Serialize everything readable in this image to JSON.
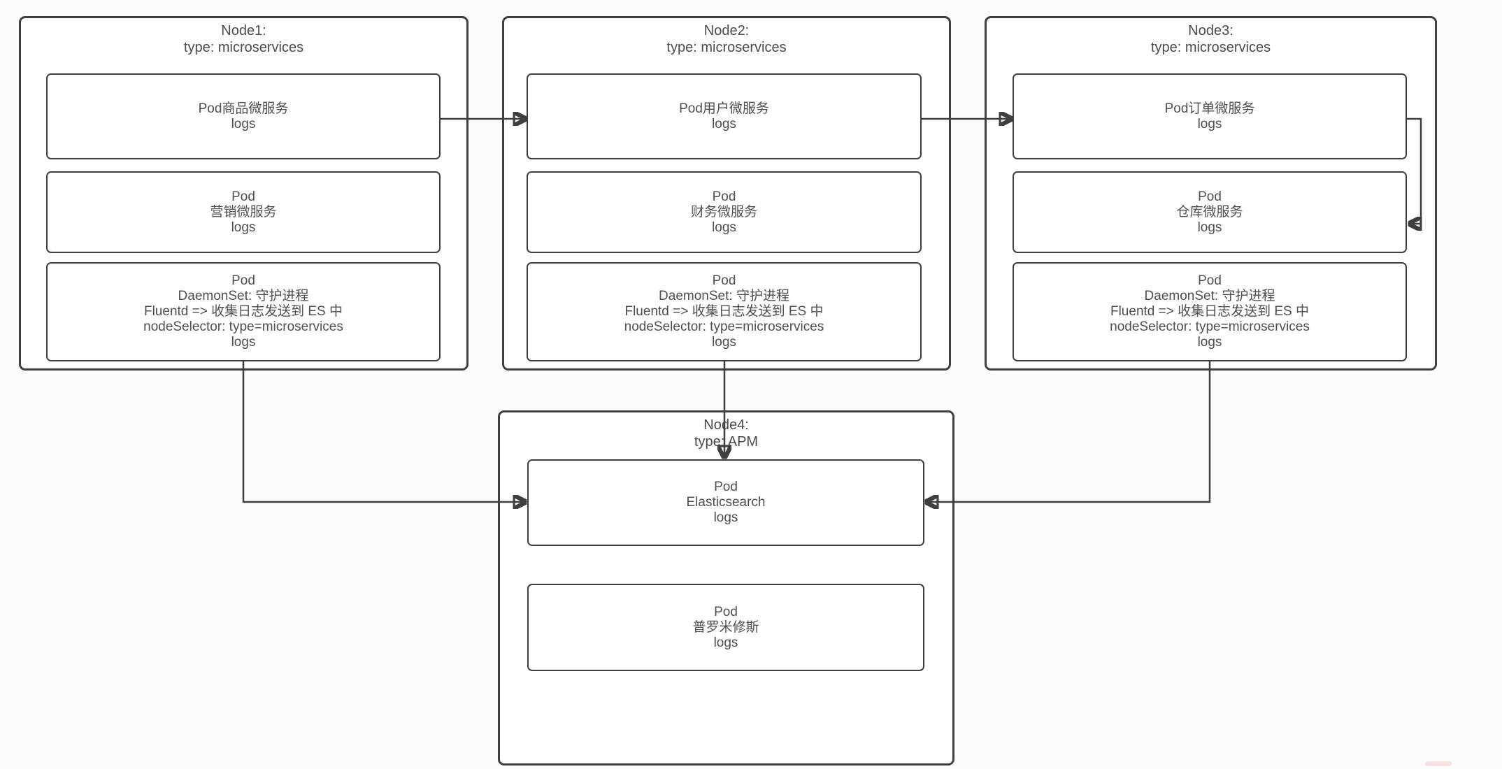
{
  "colors": {
    "background": "#fcfcfc",
    "box_fill": "#ffffff",
    "line_and_border": "#3f3f3f",
    "text": "#4f4f4f"
  },
  "nodes": [
    {
      "id": "node1",
      "title": "Node1:\ntype: microservices",
      "pods": [
        {
          "id": "pod-product-service",
          "text": "Pod商品微服务\nlogs"
        },
        {
          "id": "pod-marketing-service",
          "text": "Pod\n营销微服务\nlogs"
        },
        {
          "id": "pod-daemonset-fluentd",
          "text": "Pod\nDaemonSet: 守护进程\nFluentd => 收集日志发送到 ES 中\nnodeSelector: type=microservices\nlogs"
        }
      ]
    },
    {
      "id": "node2",
      "title": "Node2:\ntype: microservices",
      "pods": [
        {
          "id": "pod-user-service",
          "text": "Pod用户微服务\nlogs"
        },
        {
          "id": "pod-finance-service",
          "text": "Pod\n财务微服务\nlogs"
        },
        {
          "id": "pod-daemonset-fluentd",
          "text": "Pod\nDaemonSet: 守护进程\nFluentd => 收集日志发送到 ES 中\nnodeSelector: type=microservices\nlogs"
        }
      ]
    },
    {
      "id": "node3",
      "title": "Node3:\ntype: microservices",
      "pods": [
        {
          "id": "pod-order-service",
          "text": "Pod订单微服务\nlogs"
        },
        {
          "id": "pod-warehouse-service",
          "text": "Pod\n仓库微服务\nlogs"
        },
        {
          "id": "pod-daemonset-fluentd",
          "text": "Pod\nDaemonSet: 守护进程\nFluentd => 收集日志发送到 ES 中\nnodeSelector: type=microservices\nlogs"
        }
      ]
    },
    {
      "id": "node4",
      "title": "Node4:\ntype: APM",
      "pods": [
        {
          "id": "pod-elasticsearch",
          "text": "Pod\nElasticsearch\nlogs"
        },
        {
          "id": "pod-prometheus",
          "text": "Pod\n普罗米修斯\nlogs"
        }
      ]
    }
  ],
  "edges": [
    {
      "from": "Node1 Pod商品微服务",
      "to": "Node2 Pod用户微服务"
    },
    {
      "from": "Node2 Pod用户微服务",
      "to": "Node3 Pod订单微服务"
    },
    {
      "from": "Node3 Pod订单微服务",
      "to": "Node3 Pod仓库微服务"
    },
    {
      "from": "Node1 Pod DaemonSet",
      "to": "Node4 Pod Elasticsearch"
    },
    {
      "from": "Node2 Pod DaemonSet",
      "to": "Node4 Pod Elasticsearch"
    },
    {
      "from": "Node3 Pod DaemonSet",
      "to": "Node4 Pod Elasticsearch"
    }
  ]
}
